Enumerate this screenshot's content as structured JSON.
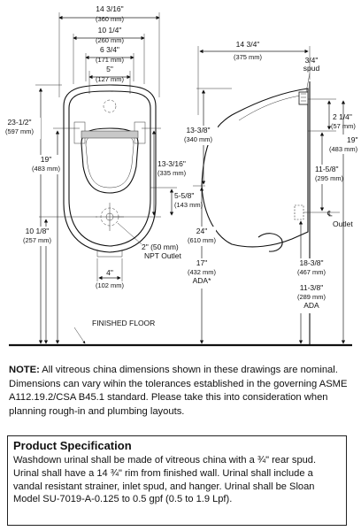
{
  "drawing": {
    "front_view": {
      "overall_width": "14 3/16\"",
      "overall_width_mm": "(360 mm)",
      "rim_width": "10 1/4\"",
      "rim_width_mm": "(260 mm)",
      "inner_width": "6 3/4\"",
      "inner_width_mm": "(171 mm)",
      "spud_width": "5\"",
      "spud_width_mm": "(127 mm)",
      "overall_height": "23-1/2\"",
      "overall_height_mm": "(597 mm)",
      "height_19": "19\"",
      "height_19_mm": "(483 mm)",
      "outlet_height": "10 1/8\"",
      "outlet_height_mm": "(257 mm)",
      "bowl_height": "13-3/16\"",
      "bowl_height_mm": "(335 mm)",
      "lower_height": "5-5/8\"",
      "lower_height_mm": "(143 mm)",
      "outlet_label": "2\" (50 mm)",
      "outlet_label_2": "NPT Outlet",
      "bottom_width": "4\"",
      "bottom_width_mm": "(102 mm)"
    },
    "side_view": {
      "depth": "14 3/4\"",
      "depth_mm": "(375 mm)",
      "spud_size": "3/4\"",
      "spud_label": "spud",
      "spud_drop": "2 1/4\"",
      "spud_drop_mm": "(57 mm)",
      "rim_drop": "13-3/8\"",
      "rim_drop_mm": "(340 mm)",
      "height_19": "19\"",
      "height_19_mm": "(483 mm)",
      "outlet_offset": "11-5/8\"",
      "outlet_offset_mm": "(295 mm)",
      "rim_height": "24\"",
      "rim_height_mm": "(610 mm)",
      "ada_height": "17\"",
      "ada_height_mm": "(432 mm)",
      "ada_label": "ADA*",
      "outlet_centerline": "℄",
      "outlet_label": "Outlet",
      "floor_to_outlet": "18-3/8\"",
      "floor_to_outlet_mm": "(467 mm)",
      "ada_outlet": "11-3/8\"",
      "ada_outlet_mm": "(289 mm)",
      "ada_outlet_label": "ADA"
    },
    "floor_label": "FINISHED FLOOR"
  },
  "note": {
    "label": "NOTE:",
    "text": " All vitreous china dimensions shown in these drawings are nominal. Dimensions can vary wihin the tolerances established in the governing ASME A112.19.2/CSA B45.1 standard. Please take this into consideration when planning rough-in and plumbing layouts."
  },
  "spec": {
    "title": "Product Specification",
    "body": "Washdown urinal shall be made of vitreous china with a ¾\" rear spud. Urinal shall have a 14 ¾\" rim from finished wall. Urinal shall include a vandal resistant strainer, inlet spud, and hanger. Urinal shall be Sloan Model SU-7019-A-0.125 to 0.5 gpf (0.5 to 1.9 Lpf)."
  }
}
